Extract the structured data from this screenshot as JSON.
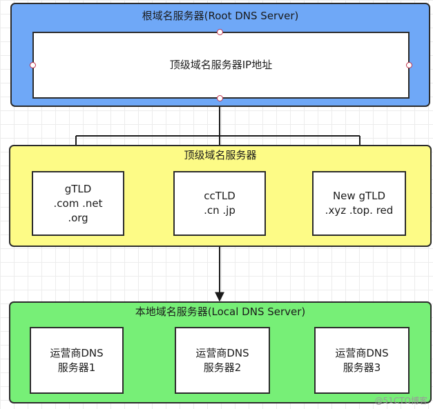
{
  "root": {
    "title": "根域名服务器(Root DNS Server)",
    "inner": "顶级域名服务器IP地址",
    "fill": "#6fa8f7"
  },
  "tld": {
    "title": "顶级域名服务器",
    "fill": "#fdfb86",
    "boxes": [
      {
        "line1": "gTLD",
        "line2": ".com .net",
        "line3": ".org"
      },
      {
        "line1": "ccTLD",
        "line2": ".cn .jp"
      },
      {
        "line1": "New gTLD",
        "line2": ".xyz .top. red"
      }
    ]
  },
  "local": {
    "title": "本地域名服务器(Local DNS Server)",
    "fill": "#77ef77",
    "boxes": [
      {
        "line1": "运营商DNS",
        "line2": "服务器1"
      },
      {
        "line1": "运营商DNS",
        "line2": "服务器2"
      },
      {
        "line1": "运营商DNS",
        "line2": "服务器3"
      }
    ]
  },
  "watermark": "@51CTO博客"
}
